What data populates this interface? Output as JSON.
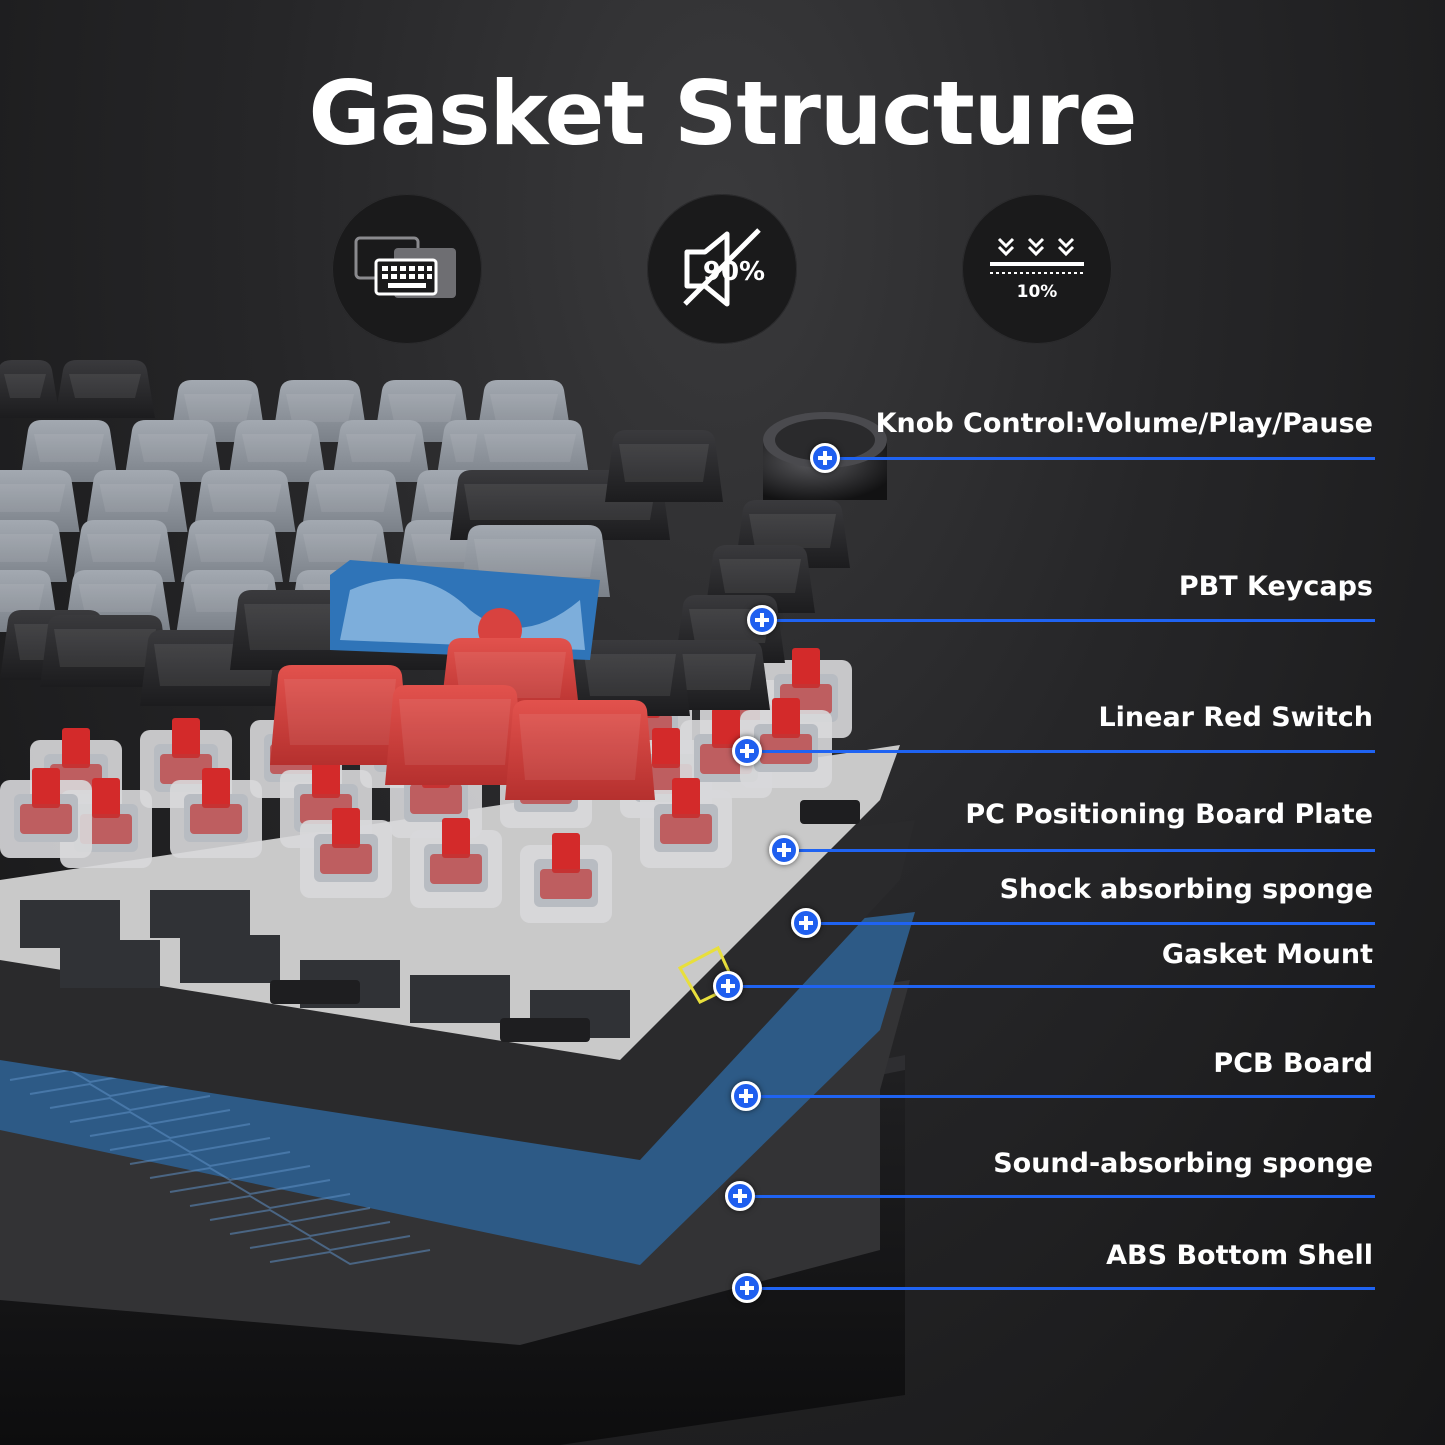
{
  "title": "Gasket Structure",
  "features": [
    {
      "icon": "keyboard-layers-icon",
      "text": ""
    },
    {
      "icon": "sound-reduction-icon",
      "text": "90%"
    },
    {
      "icon": "compression-icon",
      "text": "10%"
    }
  ],
  "callouts": [
    {
      "label": "Knob Control:Volume/Play/Pause"
    },
    {
      "label": "PBT Keycaps"
    },
    {
      "label": "Linear Red Switch"
    },
    {
      "label": "PC Positioning Board Plate"
    },
    {
      "label": "Shock absorbing sponge"
    },
    {
      "label": "Gasket Mount"
    },
    {
      "label": "PCB Board"
    },
    {
      "label": "Sound-absorbing sponge"
    },
    {
      "label": "ABS Bottom Shell"
    }
  ],
  "colors": {
    "accent": "#1f63f2",
    "keycap_grey": "#8e949c",
    "keycap_black": "#2a2a2c",
    "keycap_red": "#d8423f",
    "pcb_blue": "#2d5a86",
    "plate_grey": "#c9c9c9"
  }
}
